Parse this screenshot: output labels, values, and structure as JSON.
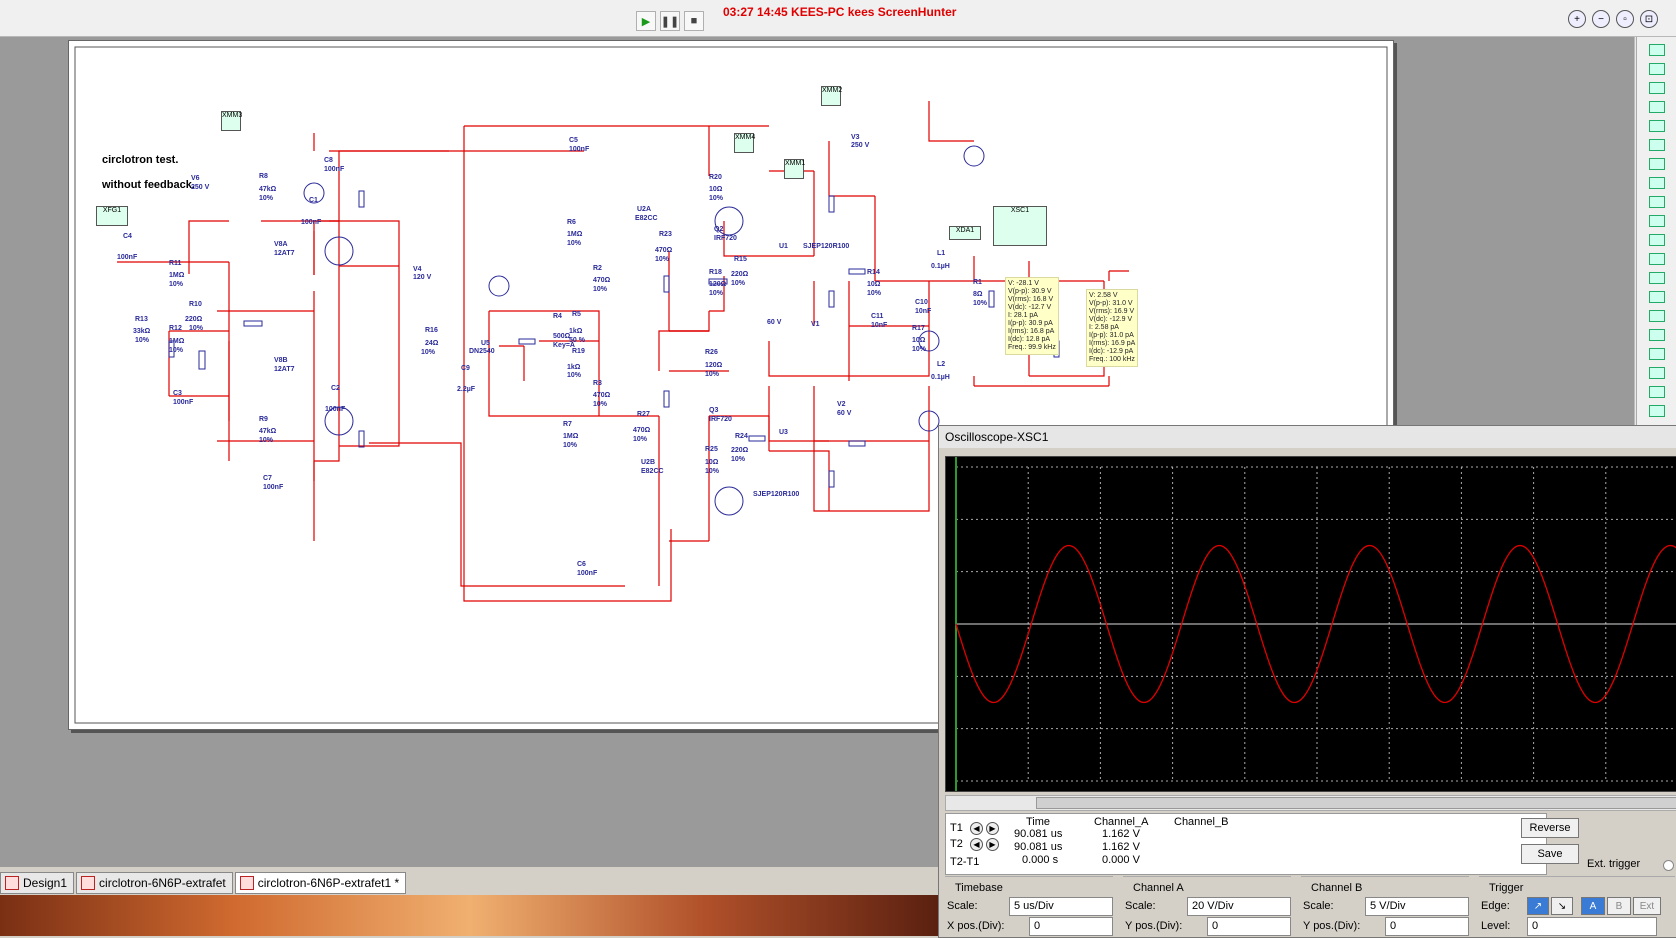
{
  "titlebar": {
    "recording_caption": "03:27  14:45  KEES-PC  kees  ScreenHunter"
  },
  "sim_controls": {
    "run": "▶",
    "pause": "❚❚",
    "stop": "■"
  },
  "zoom": {
    "in": "+",
    "out": "−",
    "area": "▫",
    "fit": "⊡"
  },
  "schematic": {
    "note1": "circlotron test.",
    "note2": "without feedback.",
    "parts": {
      "XMM3": "XMM3",
      "XMM2": "XMM2",
      "XMM4": "XMM4",
      "XMM1": "XMM1",
      "XFG1": "XFG1",
      "XSC1": "XSC1",
      "XDA1": "XDA1",
      "V6": "V6",
      "V6v": "250 V",
      "V3": "V3",
      "V3v": "250 V",
      "V4": "V4",
      "V4v": "120 V",
      "V1": "V1",
      "V1v": "60 V",
      "V2": "V2",
      "V2v": "60 V",
      "C8": "C8",
      "C8v": "100nF",
      "C1": "C1",
      "C1v": "100nF",
      "C4": "C4",
      "C4v": "100nF",
      "C5": "C5",
      "C5v": "100nF",
      "C2": "C2",
      "C2v": "100nF",
      "C3": "C3",
      "C3v": "100nF",
      "C7": "C7",
      "C7v": "100nF",
      "C6": "C6",
      "C6v": "100nF",
      "C9": "C9",
      "C9v": "2.2µF",
      "C10": "C10",
      "C10v": "10nF",
      "C11": "C11",
      "C11v": "10nF",
      "R8": "R8",
      "R8v": "47kΩ",
      "R9": "R9",
      "R9v": "47kΩ",
      "R11": "R11",
      "R11v": "1MΩ",
      "R12": "R12",
      "R12v": "1MΩ",
      "R13": "R13",
      "R13v": "33kΩ",
      "R10": "R10",
      "R10v": "220Ω",
      "R6": "R6",
      "R6v": "1MΩ",
      "R2": "R2",
      "R2v": "470Ω",
      "R7": "R7",
      "R7v": "1MΩ",
      "R3": "R3",
      "R3v": "470Ω",
      "R16": "R16",
      "R16v": "24Ω",
      "R4": "R4",
      "R4v": "500Ω",
      "R4k": "Key=A",
      "R4p": "50 %",
      "R5": "R5",
      "R5v": "1kΩ",
      "R19": "R19",
      "R19v": "1kΩ",
      "R23": "R23",
      "R23v": "470Ω",
      "R27": "R27",
      "R27v": "470Ω",
      "R20": "R20",
      "R20v": "10Ω",
      "R18": "R18",
      "R18v": "120Ω",
      "R15": "R15",
      "R15v": "220Ω",
      "R26": "R26",
      "R26v": "120Ω",
      "R25": "R25",
      "R25v": "10Ω",
      "R24": "R24",
      "R24v": "220Ω",
      "R14": "R14",
      "R14v": "10Ω",
      "R17": "R17",
      "R17v": "10Ω",
      "R1": "R1",
      "R1v": "8Ω",
      "L1": "L1",
      "L1v": "0.1µH",
      "L2": "L2",
      "L2v": "0.1µH",
      "tol": "10%",
      "V8A": "V8A",
      "V8B": "V8B",
      "tube1": "12AT7",
      "U2A": "U2A",
      "U2B": "U2B",
      "tube2": "E82CC",
      "U5": "U5",
      "U5v": "DN2540",
      "Q2": "Q2",
      "Q2v": "IRF720",
      "Q3": "Q3",
      "Q3v": "IRF720",
      "U1": "U1",
      "U3": "U3",
      "bjt": "SJEP120R100"
    },
    "probe1": [
      "V: -28.1 V",
      "V(p-p): 30.9 V",
      "V(rms): 16.8 V",
      "V(dc): -12.7 V",
      "I: 28.1 pA",
      "I(p-p): 30.9 pA",
      "I(rms): 16.8 pA",
      "I(dc): 12.8 pA",
      "Freq.: 99.9 kHz"
    ],
    "probe2": [
      "V: 2.58 V",
      "V(p-p): 31.0 V",
      "V(rms): 16.9 V",
      "V(dc): -12.9 V",
      "I: 2.58 pA",
      "I(p-p): 31.0 pA",
      "I(rms): 16.9 pA",
      "I(dc): -12.9 pA",
      "Freq.: 100 kHz"
    ]
  },
  "tabs": [
    "Design1",
    "circlotron-6N6P-extrafet",
    "circlotron-6N6P-extrafet1 *"
  ],
  "oscilloscope": {
    "title": "Oscilloscope-XSC1",
    "trace_color": "#e00000",
    "chart_data": {
      "type": "line",
      "series": [
        {
          "name": "Channel_A",
          "shape": "sine",
          "cycles_visible": 4.8,
          "amplitude_div": 1.5
        }
      ]
    },
    "cursor": {
      "headers": [
        "Time",
        "Channel_A",
        "Channel_B"
      ],
      "rows": [
        {
          "label": "T1",
          "time": "90.081 us",
          "a": "1.162 V",
          "b": ""
        },
        {
          "label": "T2",
          "time": "90.081 us",
          "a": "1.162 V",
          "b": ""
        },
        {
          "label": "T2-T1",
          "time": "0.000 s",
          "a": "0.000 V",
          "b": ""
        }
      ]
    },
    "buttons": {
      "reverse": "Reverse",
      "save": "Save",
      "ext_trigger": "Ext. trigger"
    },
    "timebase": {
      "title": "Timebase",
      "scale_label": "Scale:",
      "scale": "5 us/Div",
      "pos_label": "X pos.(Div):",
      "pos": "0"
    },
    "channel_a": {
      "title": "Channel A",
      "scale_label": "Scale:",
      "scale": "20  V/Div",
      "pos_label": "Y pos.(Div):",
      "pos": "0"
    },
    "channel_b": {
      "title": "Channel B",
      "scale_label": "Scale:",
      "scale": "5  V/Div",
      "pos_label": "Y pos.(Div):",
      "pos": "0"
    },
    "trigger": {
      "title": "Trigger",
      "edge_label": "Edge:",
      "level_label": "Level:",
      "level": "0",
      "a": "A",
      "b": "B",
      "ext": "Ext",
      "rise": "↗",
      "fall": "↘"
    }
  }
}
